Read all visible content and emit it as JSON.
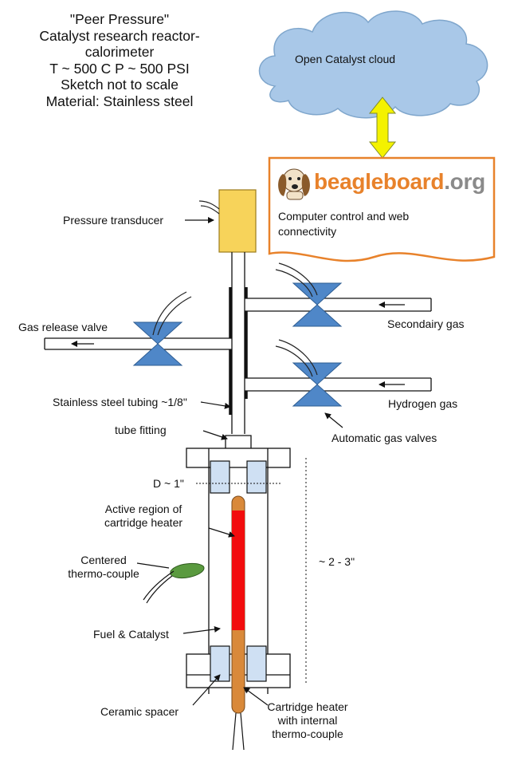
{
  "title_lines": [
    "\"Peer Pressure\"",
    "Catalyst research reactor-",
    "calorimeter",
    "T ~ 500 C  P ~ 500 PSI",
    "Sketch not to scale",
    "Material: Stainless steel"
  ],
  "cloud": {
    "label": "Open Catalyst cloud"
  },
  "beagleboard": {
    "logo_part1": "beagle",
    "logo_part2": "board",
    "logo_part3": ".org",
    "description": "Computer control and web connectivity"
  },
  "labels": {
    "pressure_transducer": "Pressure transducer",
    "gas_release_valve": "Gas release valve",
    "secondary_gas": "Secondairy gas",
    "hydrogen_gas": "Hydrogen gas",
    "stainless_tubing": "Stainless steel tubing ~1/8\"",
    "tube_fitting": "tube fitting",
    "automatic_valves": "Automatic gas valves",
    "diameter": "D ~ 1\"",
    "active_region_1": "Active region of",
    "active_region_2": "cartridge heater",
    "centered_tc_1": "Centered",
    "centered_tc_2": "thermo-couple",
    "height": "~ 2 - 3\"",
    "fuel_catalyst": "Fuel & Catalyst",
    "ceramic_spacer": "Ceramic spacer",
    "cartridge_heater_1": "Cartridge heater",
    "cartridge_heater_2": "with internal",
    "cartridge_heater_3": "thermo-couple"
  },
  "colors": {
    "cloud": "#a9c8e8",
    "cloud_stroke": "#7fa6cc",
    "transducer": "#f7d35a",
    "valve": "#4f87c8",
    "arrow_double": "#f4f200",
    "beagle_border": "#e8822b",
    "spacer": "#cfe0f3",
    "heater_active": "#f20d0d",
    "heater_body": "#d9893a",
    "thermocouple": "#5a9a3f"
  }
}
